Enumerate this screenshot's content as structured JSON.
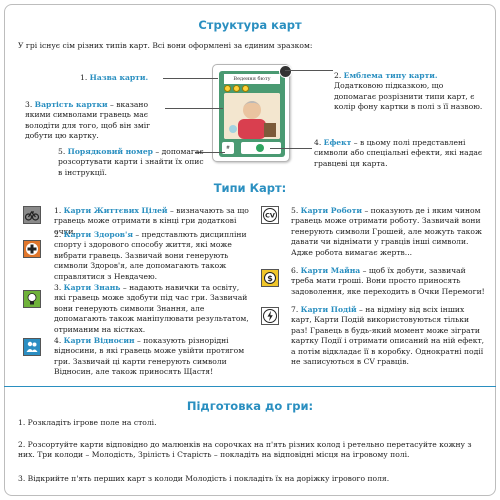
{
  "structure": {
    "title": "Структура карт",
    "intro": "У грі існує сім різних типів карт. Всі вони оформлені за єдиним зразком:",
    "card_name_text": "Ведення бюту",
    "labels": {
      "name_num": "1.",
      "name": "Назва карти.",
      "cost_num": "3.",
      "cost_head": "Вартість картки",
      "cost_rest": " – вказано якими символами гравець має володіти для того, щоб він зміг добути цю картку.",
      "number_num": "5.",
      "number_head": "Порядковий номер",
      "number_rest": " – допомагає розсортувати карти і знайти їх опис в інструкції.",
      "emblem_num": "2.",
      "emblem_head": "Емблема типу карти.",
      "emblem_rest": "Додатковою підказкою, що допомагає розрізнити типи карт, є колір фону картки в полі з її назвою.",
      "effect_num": "4.",
      "effect_head": "Ефект",
      "effect_rest": " – в цьому полі представлені символи або спеціальні ефекти, які надає гравцеві ця карта."
    }
  },
  "types": {
    "title": "Типи Карт:",
    "left": [
      {
        "num": "1.",
        "head": "Карти Життєвих Цілей",
        "rest": " – визначають за що гравець може отримати в кінці гри додаткові очки.",
        "icon": "bicycle-icon",
        "color": "#8a8a8a"
      },
      {
        "num": "2.",
        "head": "Карти Здоров'я",
        "rest": " – представлють дисципліни спорту і здорового способу життя, які може вибрати гравець. Зазвичай вони генерують символи Здоров'я, але допомагають також справлятися з Невдачею.",
        "icon": "health-cross-icon",
        "color": "#e0762b"
      },
      {
        "num": "3.",
        "head": "Карти Знань",
        "rest": " – надають навички та освіту, які гравець може здобути під час гри. Зазвичай вони генерують символи Знання, але допомагають також маніпулювати результатом, отриманим на кістках.",
        "icon": "lightbulb-icon",
        "color": "#6fb23a"
      },
      {
        "num": "4.",
        "head": "Карти Відносин",
        "rest": " – показують різнорідні відносини, в які гравець може увійти протягом гри. Зазвичай ці карти генерують символи Відносин, але також приносять Щастя!",
        "icon": "people-icon",
        "color": "#2b8ec2"
      }
    ],
    "right": [
      {
        "num": "5.",
        "head": "Карти Роботи",
        "rest": " – показують де і яким чином гравець може отримати роботу. Зазвичай вони генерують символи Грошей, але можуть також давати чи віднімати у гравців інші символи. Адже робота вимагає жертв...",
        "icon": "cv-icon",
        "color": "#ffffff"
      },
      {
        "num": "6.",
        "head": "Карти Майна",
        "rest": " – щоб їх добути, зазвичай треба мати гроші. Вони просто приносять задоволення, яке переходить в Очки Перемоги!",
        "icon": "coins-icon",
        "color": "#f0c62a"
      },
      {
        "num": "7.",
        "head": "Карти Подій",
        "rest": " – на відміну від всіх інших карт, Карти Подій використовуються тільки раз! Гравець в будь-який момент може зіграти картку Події і отримати описаний на ній ефект, а потім відкладає її в коробку. Однократні події не записуються в CV гравців.",
        "icon": "lightning-icon",
        "color": "#ffffff"
      }
    ]
  },
  "setup": {
    "title": "Підготовка до гри:",
    "steps": [
      "1. Розкладіть ігрове поле на столі.",
      "2. Розсортуйте карти відповідно до малюнків на сорочках на п'ять різних колод і ретельно перетасуйте кожну з них. Три колоди – Молодість, Зрілість і Старість – покладіть на відповідні місця на ігровому полі.",
      "3. Відкрийте п'ять перших карт з колоди Молодість і покладіть їх на доріжку ігрового поля."
    ]
  }
}
